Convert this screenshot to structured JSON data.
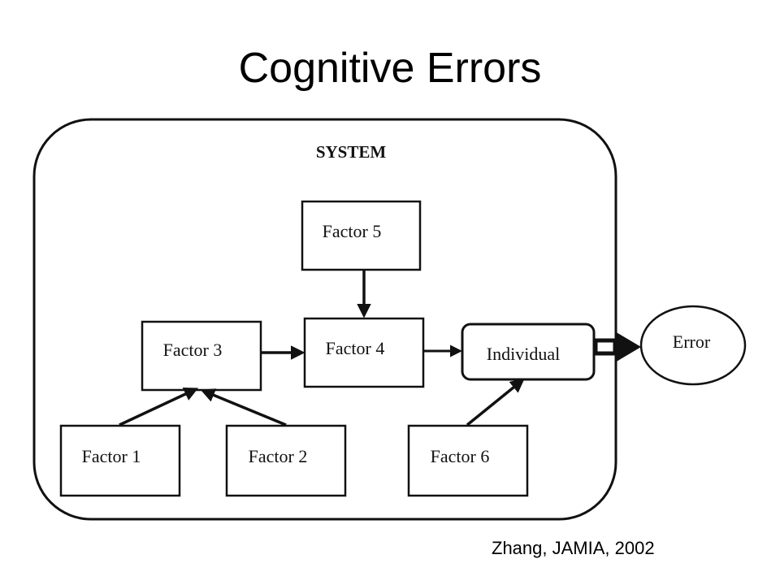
{
  "slide": {
    "title": "Cognitive Errors",
    "citation": "Zhang, JAMIA, 2002"
  },
  "diagram": {
    "system_label": "SYSTEM",
    "factor1": "Factor 1",
    "factor2": "Factor 2",
    "factor3": "Factor 3",
    "factor4": "Factor 4",
    "factor5": "Factor 5",
    "factor6": "Factor 6",
    "individual": "Individual",
    "error": "Error"
  }
}
